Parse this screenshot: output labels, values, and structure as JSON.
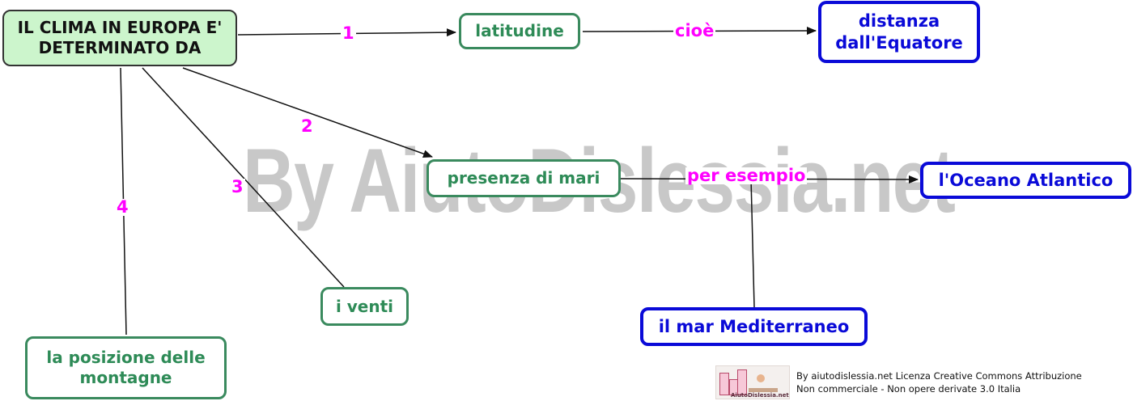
{
  "watermark": "By AiutoDislessia.net",
  "nodes": {
    "root": "IL CLIMA IN EUROPA E' DETERMINATO DA",
    "latitudine": "latitudine",
    "distanza": "distanza dall'Equatore",
    "mari": "presenza di mari",
    "oceano": "l'Oceano Atlantico",
    "mediterraneo": "il mar Mediterraneo",
    "venti": "i venti",
    "montagne": "la posizione delle montagne"
  },
  "link_labels": {
    "l1": "1",
    "cioe": "cioè",
    "l2": "2",
    "per_esempio": "per esempio",
    "l3": "3",
    "l4": "4"
  },
  "footer": {
    "logo_text": "AiutoDislessia.net",
    "line1": "By aiutodislessia.net Licenza Creative Commons Attribuzione",
    "line2": "Non commerciale - Non opere derivate 3.0 Italia"
  },
  "colors": {
    "root_fill": "#ccf5cc",
    "green": "#2e8b57",
    "blue": "#0a0ad8",
    "magenta": "#ff00ff"
  }
}
